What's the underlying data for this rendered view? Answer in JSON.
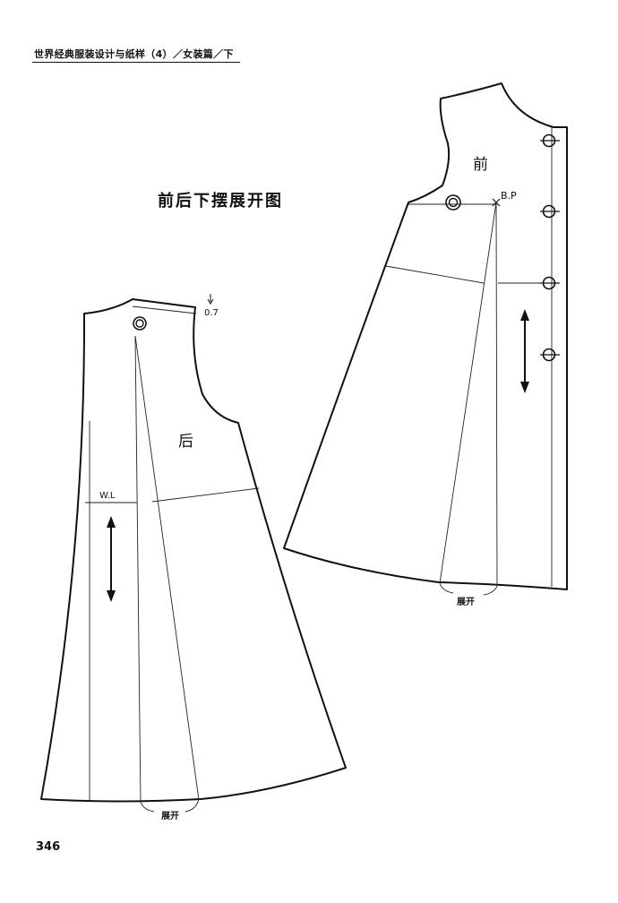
{
  "header": {
    "book_title": "世界经典服装设计与纸样（4）／女装篇／下"
  },
  "diagram_title": "前后下摆展开图",
  "back_piece": {
    "label": "后",
    "waist_line_label": "W.L",
    "offset_value": "0.7",
    "spread_label": "展开"
  },
  "front_piece": {
    "label": "前",
    "bust_point_label": "B.P",
    "spread_label": "展开"
  },
  "page_number": "346"
}
